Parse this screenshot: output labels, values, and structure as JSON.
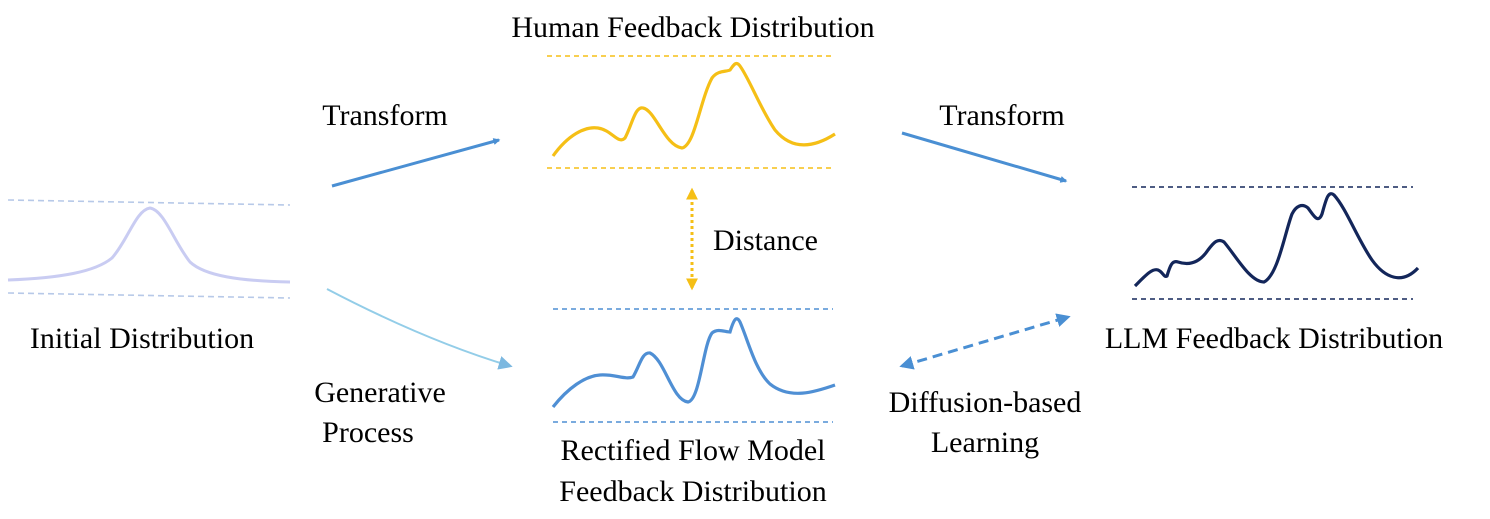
{
  "labels": {
    "initial": "Initial Distribution",
    "human": "Human Feedback Distribution",
    "llm": "LLM Feedback Distribution",
    "rectified_line1": "Rectified Flow Model",
    "rectified_line2": "Feedback Distribution",
    "transform_left": "Transform",
    "transform_right": "Transform",
    "distance": "Distance",
    "generative_line1": "Generative",
    "generative_line2": "Process",
    "diffusion_line1": "Diffusion-based",
    "diffusion_line2": "Learning"
  },
  "colors": {
    "initial_curve": "#c9ccf2",
    "initial_dashes": "#b7c9e8",
    "human_curve": "#f5bf16",
    "llm_curve": "#13265a",
    "rectified_curve": "#4f8fd4",
    "transform_arrow": "#4a8fd3",
    "generative_arrow": "#93cde8",
    "distance_arrow": "#f5bf16",
    "diffusion_arrow": "#4a8fd3"
  }
}
